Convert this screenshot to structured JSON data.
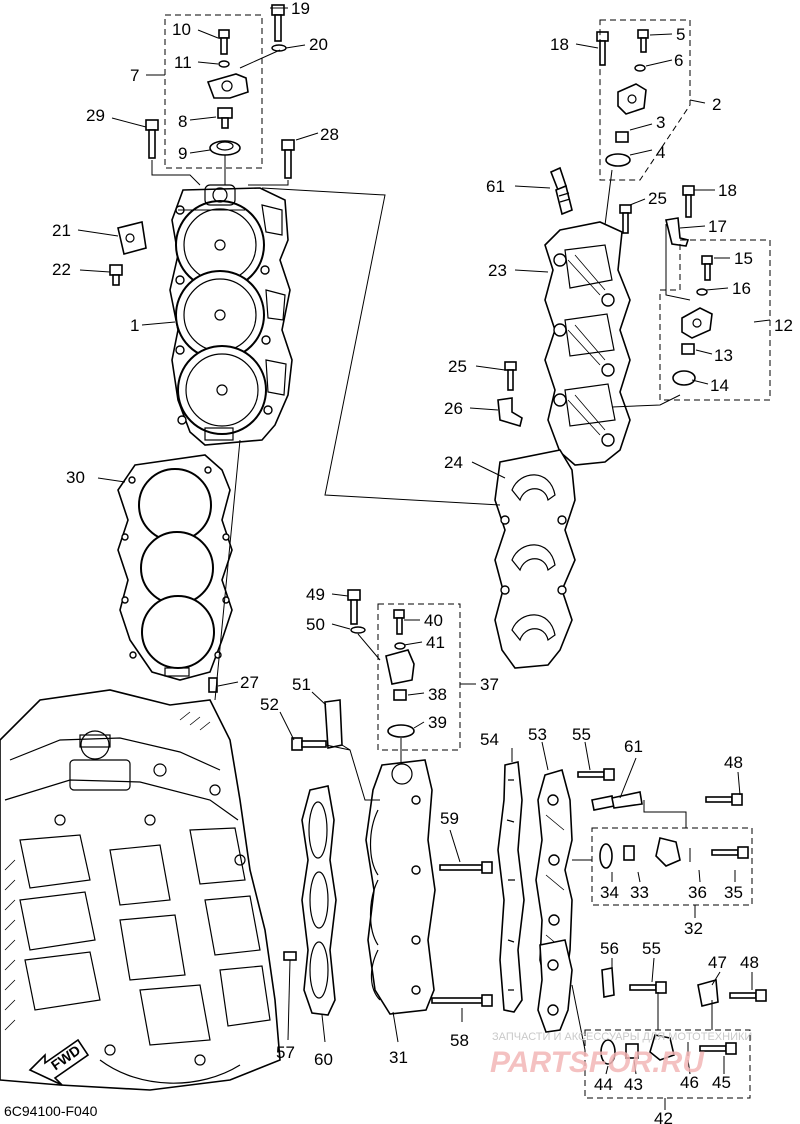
{
  "diagram_code": "6C94100-F040",
  "fwd_label": "FWD",
  "watermark": {
    "line1": "ЗАПЧАСТИ И АКСЕССУАРЫ ДЛЯ МОТОТЕХНИКИ",
    "line2": "PARTSFOR.RU"
  },
  "callouts": [
    "1",
    "2",
    "3",
    "4",
    "5",
    "6",
    "7",
    "8",
    "9",
    "10",
    "11",
    "12",
    "13",
    "14",
    "15",
    "16",
    "17",
    "18",
    "18",
    "19",
    "20",
    "21",
    "22",
    "23",
    "24",
    "25",
    "25",
    "26",
    "27",
    "28",
    "29",
    "30",
    "31",
    "32",
    "33",
    "34",
    "35",
    "36",
    "37",
    "38",
    "39",
    "40",
    "41",
    "42",
    "43",
    "44",
    "45",
    "46",
    "47",
    "48",
    "48",
    "49",
    "50",
    "51",
    "52",
    "53",
    "54",
    "55",
    "55",
    "56",
    "57",
    "58",
    "59",
    "60",
    "61",
    "61"
  ]
}
